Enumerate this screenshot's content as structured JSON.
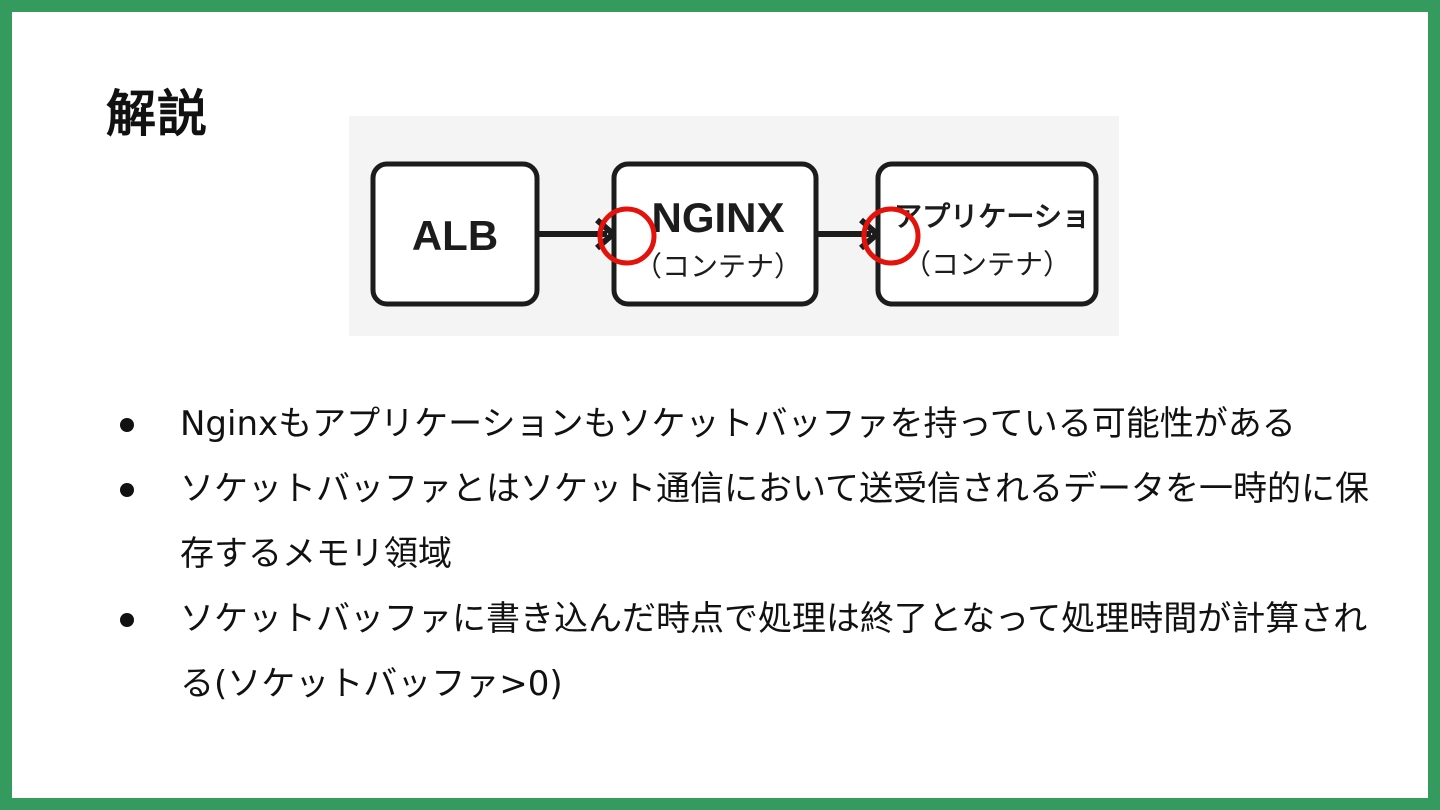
{
  "slide": {
    "title": "解説",
    "border_color": "#349a5e"
  },
  "diagram": {
    "boxes": [
      {
        "label": "ALB"
      },
      {
        "label": "NGINX",
        "sublabel": "（コンテナ）"
      },
      {
        "label": "アプリケーショ",
        "sublabel": "（コンテナ）"
      }
    ],
    "highlight_color": "#e3120b"
  },
  "bullets": [
    "Nginxもアプリケーションもソケットバッファを持っている可能性がある",
    "ソケットバッファとはソケット通信において送受信されるデータを一時的に保存するメモリ領域",
    "ソケットバッファに書き込んだ時点で処理は終了となって処理時間が計算される(ソケットバッファ>0)"
  ]
}
